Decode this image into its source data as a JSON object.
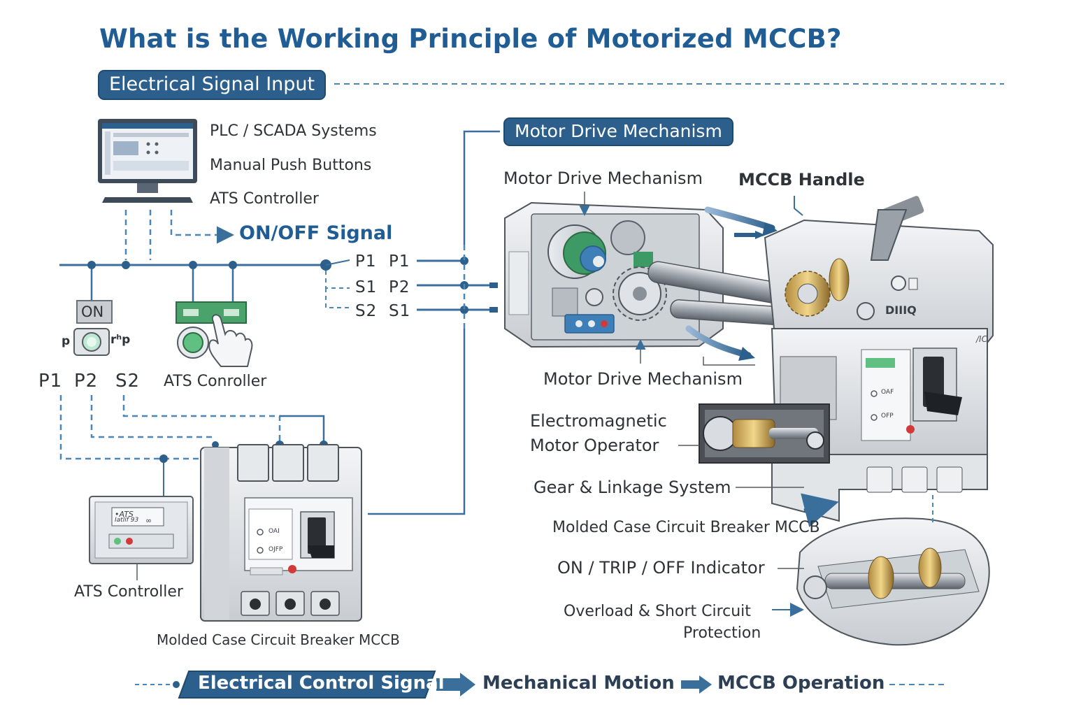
{
  "title": "What is the Working Principle of Motorized MCCB?",
  "sections": {
    "input": "Electrical Signal Input",
    "motor": "Motor Drive Mechanism"
  },
  "inputs": {
    "plc": "PLC / SCADA Systems",
    "manual": "Manual Push Buttons",
    "ats": "ATS Controller",
    "signal": "ON/OFF Signal"
  },
  "terminals": {
    "left": [
      "P1",
      "S1",
      "S2"
    ],
    "right": [
      "P1",
      "P2",
      "S1"
    ]
  },
  "left_diagram": {
    "on_button": "ON",
    "p_left": "p",
    "p_right": "rʰp",
    "pins": [
      "P1",
      "P2",
      "S2"
    ],
    "ats_label": "ATS Conroller",
    "ats_display_1": "•ATS",
    "ats_display_2": "Iatlíf 93",
    "ats_display_3": "∞",
    "ats_controller": "ATS Controller",
    "mccb": "Molded Case Circuit  Breaker MCCB",
    "mccb_on": "OAI",
    "mccb_off": "OJFP"
  },
  "right_diagram": {
    "motor_top": "Motor Drive Mechanism",
    "handle": "MCCB Handle",
    "motor_bottom": "Motor Drive Mechanism",
    "em_operator_1": "Electromagnetic",
    "em_operator_2": "Motor Operator",
    "gear": "Gear & Linkage System",
    "mccb": "Molded Case Circuit Breaker MCCB",
    "indicator": "ON / TRIP / OFF Indicator",
    "protection_1": "Overload & Short Circuit",
    "protection_2": "Protection",
    "brand": "DIIIQ",
    "ic": "/IC",
    "on": "OAF",
    "off": "OFP"
  },
  "flow": {
    "step1": "Electrical Control Signal",
    "step2": "Mechanical Motion",
    "step3": "MCCB Operation"
  },
  "colors": {
    "title": "#1f5d94",
    "pill": "#2c5f8c",
    "line": "#3a6f9c",
    "dashed": "#4a86b8",
    "green": "#3d9a5a",
    "red": "#d23a3a"
  }
}
